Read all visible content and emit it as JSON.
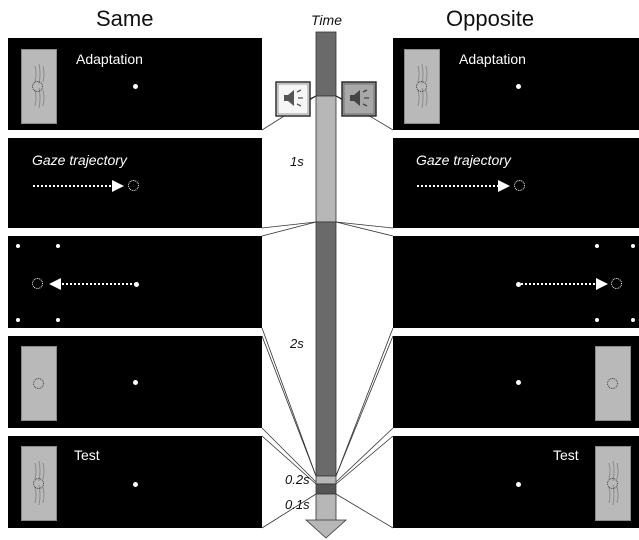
{
  "columns": {
    "left": "Same",
    "right": "Opposite"
  },
  "time_axis": {
    "title": "Time",
    "durations": [
      "1s",
      "2s",
      "0.2s",
      "0.1s"
    ],
    "segment_colors": [
      "#6a6a6a",
      "#b7b7b7",
      "#6a6a6a",
      "#b7b7b7",
      "#555555",
      "#b7b7b7"
    ]
  },
  "panels": {
    "adaptation_label": "Adaptation",
    "gaze_label": "Gaze trajectory",
    "test_label": "Test"
  },
  "icons": {
    "speaker_left": "speaker-icon",
    "speaker_right": "speaker-icon"
  }
}
